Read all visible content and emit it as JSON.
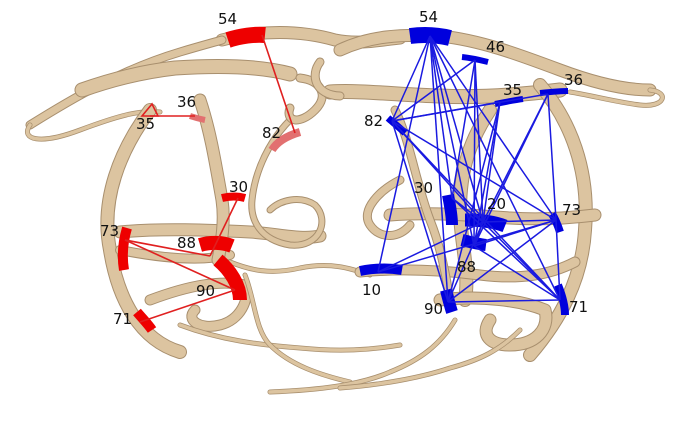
{
  "colors": {
    "ribbon": "#dcc4a0",
    "ribbon_edge": "#a88f6e",
    "left_highlight": "#ee0000",
    "left_highlight_light": "#e27070",
    "right_highlight": "#0000dd",
    "left_link": "#e02020",
    "right_link": "#1a1ae0",
    "label": "#111111"
  },
  "left_chain": {
    "residues": [
      {
        "id": "l54",
        "label": "54"
      },
      {
        "id": "l36",
        "label": "36"
      },
      {
        "id": "l35",
        "label": "35"
      },
      {
        "id": "l82",
        "label": "82"
      },
      {
        "id": "l30",
        "label": "30"
      },
      {
        "id": "l73",
        "label": "73"
      },
      {
        "id": "l88",
        "label": "88"
      },
      {
        "id": "l90",
        "label": "90"
      },
      {
        "id": "l71",
        "label": "71"
      }
    ],
    "links": [
      [
        "l54",
        "l82"
      ],
      [
        "l35",
        "l36"
      ],
      [
        "l30",
        "l88"
      ],
      [
        "l73",
        "l90"
      ],
      [
        "l73",
        "l88"
      ],
      [
        "l71",
        "l90"
      ]
    ]
  },
  "right_chain": {
    "residues": [
      {
        "id": "r54",
        "label": "54"
      },
      {
        "id": "r46",
        "label": "46"
      },
      {
        "id": "r35",
        "label": "35"
      },
      {
        "id": "r36",
        "label": "36"
      },
      {
        "id": "r82",
        "label": "82"
      },
      {
        "id": "r30",
        "label": "30"
      },
      {
        "id": "r20",
        "label": "20"
      },
      {
        "id": "r73",
        "label": "73"
      },
      {
        "id": "r88",
        "label": "88"
      },
      {
        "id": "r10",
        "label": "10"
      },
      {
        "id": "r90",
        "label": "90"
      },
      {
        "id": "r71",
        "label": "71"
      }
    ],
    "links": [
      [
        "r54",
        "r82"
      ],
      [
        "r54",
        "r30"
      ],
      [
        "r54",
        "r20"
      ],
      [
        "r54",
        "r88"
      ],
      [
        "r54",
        "r10"
      ],
      [
        "r54",
        "r73"
      ],
      [
        "r54",
        "r90"
      ],
      [
        "r54",
        "r71"
      ],
      [
        "r46",
        "r82"
      ],
      [
        "r46",
        "r20"
      ],
      [
        "r46",
        "r88"
      ],
      [
        "r46",
        "r30"
      ],
      [
        "r35",
        "r82"
      ],
      [
        "r35",
        "r20"
      ],
      [
        "r35",
        "r90"
      ],
      [
        "r35",
        "r88"
      ],
      [
        "r36",
        "r82"
      ],
      [
        "r36",
        "r20"
      ],
      [
        "r36",
        "r73"
      ],
      [
        "r36",
        "r88"
      ],
      [
        "r82",
        "r20"
      ],
      [
        "r82",
        "r73"
      ],
      [
        "r82",
        "r71"
      ],
      [
        "r82",
        "r90"
      ],
      [
        "r30",
        "r20"
      ],
      [
        "r30",
        "r71"
      ],
      [
        "r20",
        "r73"
      ],
      [
        "r20",
        "r71"
      ],
      [
        "r20",
        "r90"
      ],
      [
        "r20",
        "r88"
      ],
      [
        "r88",
        "r71"
      ],
      [
        "r88",
        "r73"
      ],
      [
        "r10",
        "r73"
      ],
      [
        "r10",
        "r20"
      ],
      [
        "r90",
        "r71"
      ],
      [
        "r90",
        "r73"
      ],
      [
        "r73",
        "r71"
      ]
    ]
  }
}
